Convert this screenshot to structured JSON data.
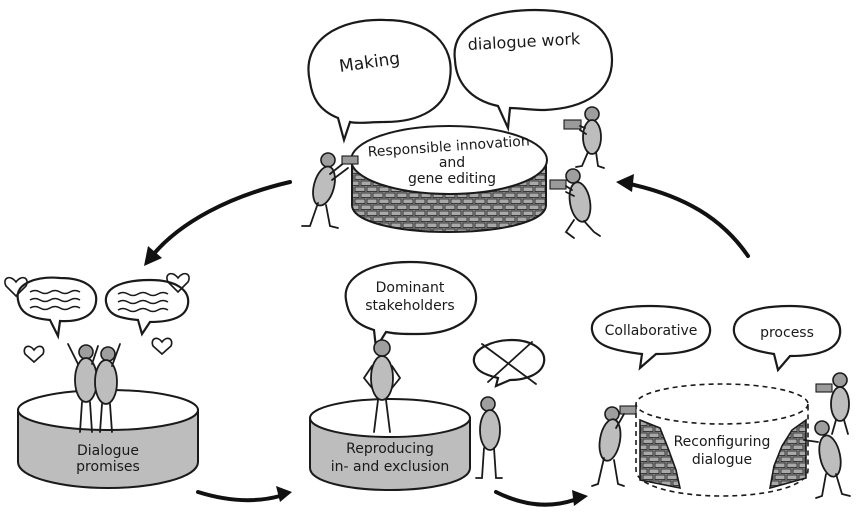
{
  "top_scene": {
    "bubble_left": "Making",
    "bubble_right": "dialogue work",
    "well_label_lines": [
      "Responsible innovation",
      "and",
      "gene editing"
    ]
  },
  "left_scene": {
    "cylinder_label_lines": [
      "Dialogue",
      "promises"
    ]
  },
  "middle_scene": {
    "bubble": [
      "Dominant",
      "stakeholders"
    ],
    "cylinder_label_lines": [
      "Reproducing",
      "in- and exclusion"
    ]
  },
  "right_scene": {
    "bubble_left": "Collaborative",
    "bubble_right": "process",
    "center_label_lines": [
      "Reconfiguring",
      "dialogue"
    ]
  }
}
